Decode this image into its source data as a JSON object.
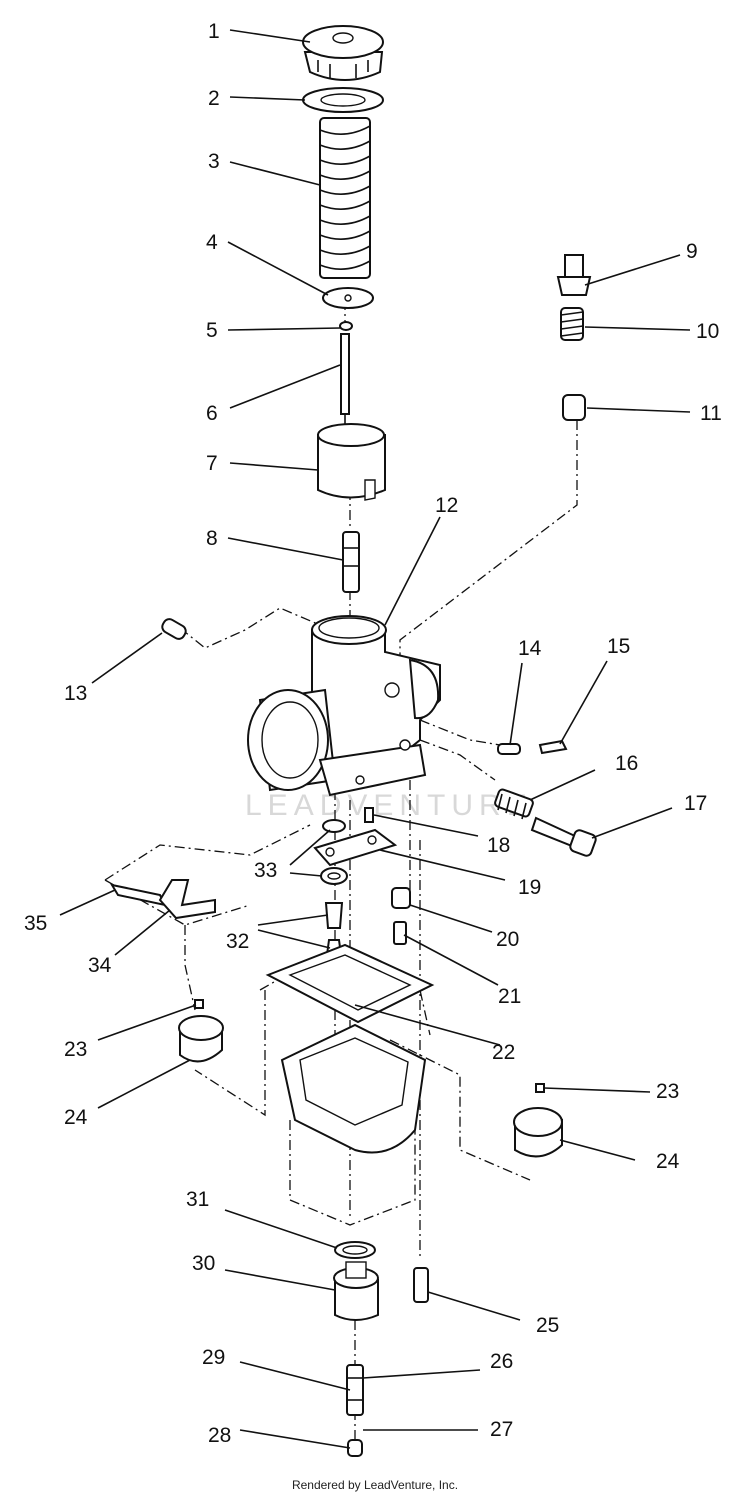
{
  "watermark": "LEADVENTURE",
  "footer": "Rendered by LeadVenture, Inc.",
  "callouts": [
    "1",
    "2",
    "3",
    "4",
    "5",
    "6",
    "7",
    "8",
    "9",
    "10",
    "11",
    "12",
    "13",
    "14",
    "15",
    "16",
    "17",
    "18",
    "19",
    "20",
    "21",
    "22",
    "23",
    "24",
    "25",
    "26",
    "27",
    "28",
    "29",
    "30",
    "31",
    "32",
    "33",
    "34",
    "35",
    "23",
    "24"
  ]
}
